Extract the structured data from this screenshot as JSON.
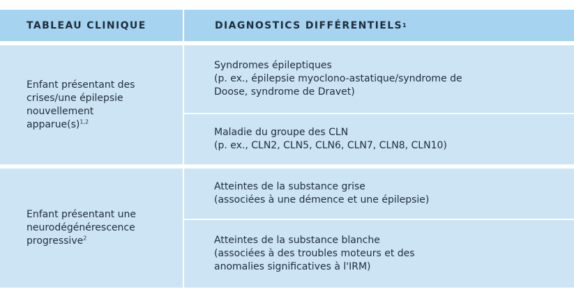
{
  "header": {
    "col1": "TABLEAU CLINIQUE",
    "col2": "DIAGNOSTICS DIFFÉRENTIELS",
    "col2_sup": "1"
  },
  "rows": [
    {
      "left_lines": [
        "Enfant présentant des",
        "crises/une épilepsie",
        "nouvellement",
        "apparue(s)"
      ],
      "left_sup": "1,2",
      "items": [
        {
          "lines": [
            "Syndromes épileptiques",
            "(p. ex., épilepsie myoclono-astatique/syndrome de",
            "Doose, syndrome de Dravet)"
          ]
        },
        {
          "lines": [
            "Maladie du groupe des CLN",
            "(p. ex., CLN2, CLN5, CLN6, CLN7, CLN8, CLN10)"
          ]
        }
      ]
    },
    {
      "left_lines": [
        "Enfant présentant une",
        "neurodégénérescence",
        "progressive"
      ],
      "left_sup": "2",
      "items": [
        {
          "lines": [
            "Atteintes de la substance grise",
            "(associées à une démence et une épilepsie)"
          ]
        },
        {
          "lines": [
            "Atteintes de la substance blanche",
            "(associées à des troubles moteurs et des",
            "anomalies significatives à l'IRM)"
          ]
        }
      ]
    }
  ],
  "colors": {
    "header_bg": "#a6d3f0",
    "body_bg": "#cde4f5",
    "text": "#1e2d3b",
    "separator": "#ffffff"
  }
}
